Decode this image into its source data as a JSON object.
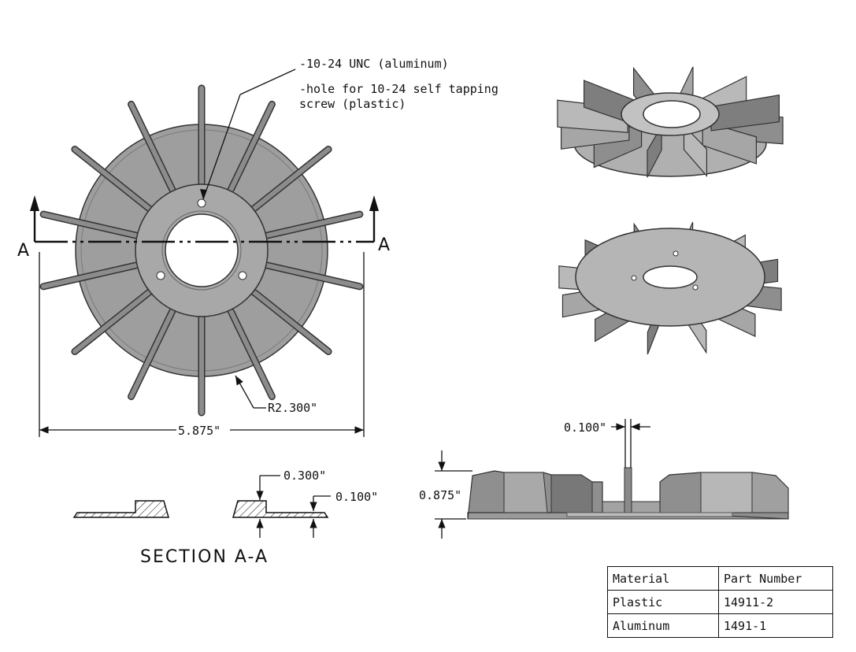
{
  "note": {
    "line1": "-10-24 UNC (aluminum)",
    "line2": "-hole for 10-24 self tapping",
    "line3": "screw (plastic)"
  },
  "section_labels": {
    "left": "A",
    "right": "A",
    "title": "SECTION A-A"
  },
  "dimensions": {
    "radius": "R2.300\"",
    "diameter": "5.875\"",
    "hub_height": "0.300\"",
    "plate_thickness": "0.100\"",
    "blade_thickness": "0.100\"",
    "overall_height": "0.875\""
  },
  "table": {
    "headers": [
      "Material",
      "Part Number"
    ],
    "rows": [
      {
        "material": "Plastic",
        "part_number": "14911-2"
      },
      {
        "material": "Aluminum",
        "part_number": "1491-1"
      }
    ]
  }
}
